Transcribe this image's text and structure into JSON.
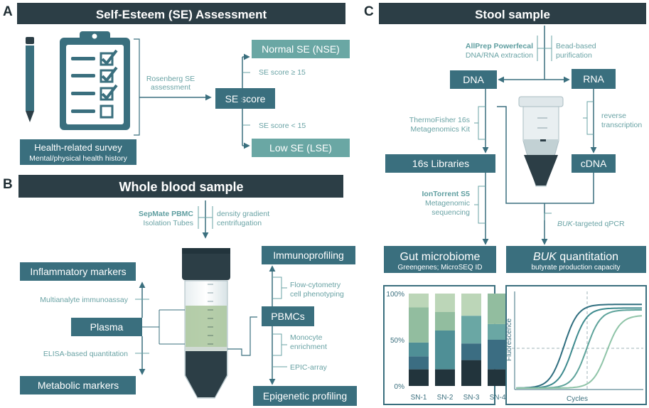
{
  "panelA": {
    "letter": "A",
    "title": "Self-Esteem (SE) Assessment",
    "survey_line1": "Health-related survey",
    "survey_line2": "Mental/physical health history",
    "rosenberg_line1": "Rosenberg SE",
    "rosenberg_line2": "assessment",
    "se_score": "SE score",
    "normal": "Normal SE (NSE)",
    "normal_cond": "SE score ≥ 15",
    "low": "Low SE (LSE)",
    "low_cond": "SE score < 15"
  },
  "panelB": {
    "letter": "B",
    "title": "Whole blood sample",
    "sepmate_line1": "SepMate PBMC",
    "sepmate_line2": "Isolation Tubes",
    "density_line1": "density gradient",
    "density_line2": "centrifugation",
    "inflammatory": "Inflammatory markers",
    "multianalyte": "Multianalyte immunoassay",
    "plasma": "Plasma",
    "elisa": "ELISA-based quantitation",
    "metabolic": "Metabolic markers",
    "immunoprofiling": "Immunoprofiling",
    "flow_line1": "Flow-cytometry",
    "flow_line2": "cell phenotyping",
    "pbmcs": "PBMCs",
    "monocyte_line1": "Monocyte",
    "monocyte_line2": "enrichment",
    "epic": "EPIC-array",
    "epigenetic": "Epigenetic profiling"
  },
  "panelC": {
    "letter": "C",
    "title": "Stool sample",
    "allprep_line1": "AllPrep Powerfecal",
    "allprep_line2": "DNA/RNA extraction",
    "bead_line1": "Bead-based",
    "bead_line2": "purification",
    "dna": "DNA",
    "rna": "RNA",
    "reverse_line1": "reverse",
    "reverse_line2": "transcription",
    "thermo_line1": "ThermoFisher 16s",
    "thermo_line2": "Metagenomics Kit",
    "libraries": "16s Libraries",
    "cdna": "cDNA",
    "iontorrent_line1": "IonTorrent S5",
    "iontorrent_line2": "Metagenomic",
    "iontorrent_line3": "sequencing",
    "buk_qpcr_italic": "BUK",
    "buk_qpcr_rest": "-targeted qPCR",
    "gut_title": "Gut microbiome",
    "gut_sub": "Greengenes; MicroSEQ ID",
    "buk_title_italic": "BUK",
    "buk_title_rest": " quantitation",
    "buk_sub": "butyrate production capacity"
  },
  "colors": {
    "dark": "#2c3e46",
    "teal": "#3a6f7e",
    "light_teal": "#6aa3a5",
    "label_teal": "#5f9ea0"
  },
  "chart_data": [
    {
      "type": "bar",
      "stacked": true,
      "categories": [
        "SN-1",
        "SN-2",
        "SN-3",
        "SN-4"
      ],
      "yticks": [
        "0%",
        "50%",
        "100%"
      ],
      "ylim": [
        0,
        100
      ],
      "series": [
        {
          "color": "#22343c",
          "values": [
            18,
            18,
            28,
            18
          ]
        },
        {
          "color": "#3b6d82",
          "values": [
            14,
            0,
            18,
            32
          ]
        },
        {
          "color": "#4f8f96",
          "values": [
            15,
            42,
            0,
            0
          ]
        },
        {
          "color": "#6aa7a4",
          "values": [
            0,
            0,
            30,
            17
          ]
        },
        {
          "color": "#92bd9f",
          "values": [
            38,
            20,
            0,
            33
          ]
        },
        {
          "color": "#bcd6b8",
          "values": [
            15,
            20,
            24,
            0
          ]
        }
      ]
    },
    {
      "type": "line",
      "xlabel": "Cycles",
      "ylabel": "Fluorescence",
      "series": [
        {
          "color": "#2f6e7f",
          "midpoint": 0.38,
          "plateau": 0.92
        },
        {
          "color": "#3d8a8e",
          "midpoint": 0.45,
          "plateau": 0.88
        },
        {
          "color": "#5ea39b",
          "midpoint": 0.56,
          "plateau": 0.86
        },
        {
          "color": "#8fc4a8",
          "midpoint": 0.72,
          "plateau": 0.8
        }
      ]
    }
  ]
}
